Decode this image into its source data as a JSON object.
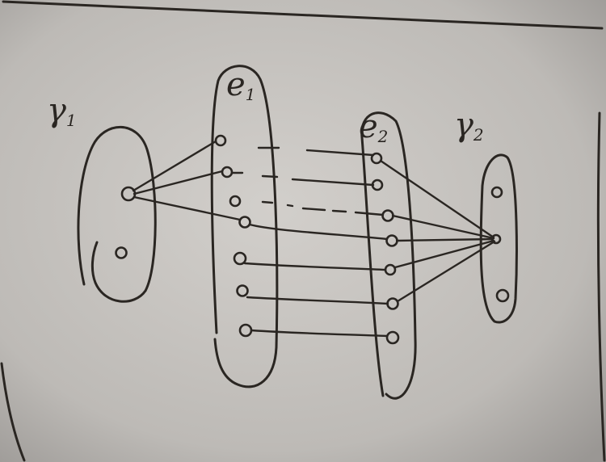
{
  "diagram": {
    "labels": {
      "r1": "γ",
      "r1_sub": "1",
      "e1": "e",
      "e1_sub": "1",
      "e2": "e",
      "e2_sub": "2",
      "r2": "γ",
      "r2_sub": "2"
    },
    "colors": {
      "paper": "#c9c6c2",
      "ink": "#2a2622"
    }
  }
}
